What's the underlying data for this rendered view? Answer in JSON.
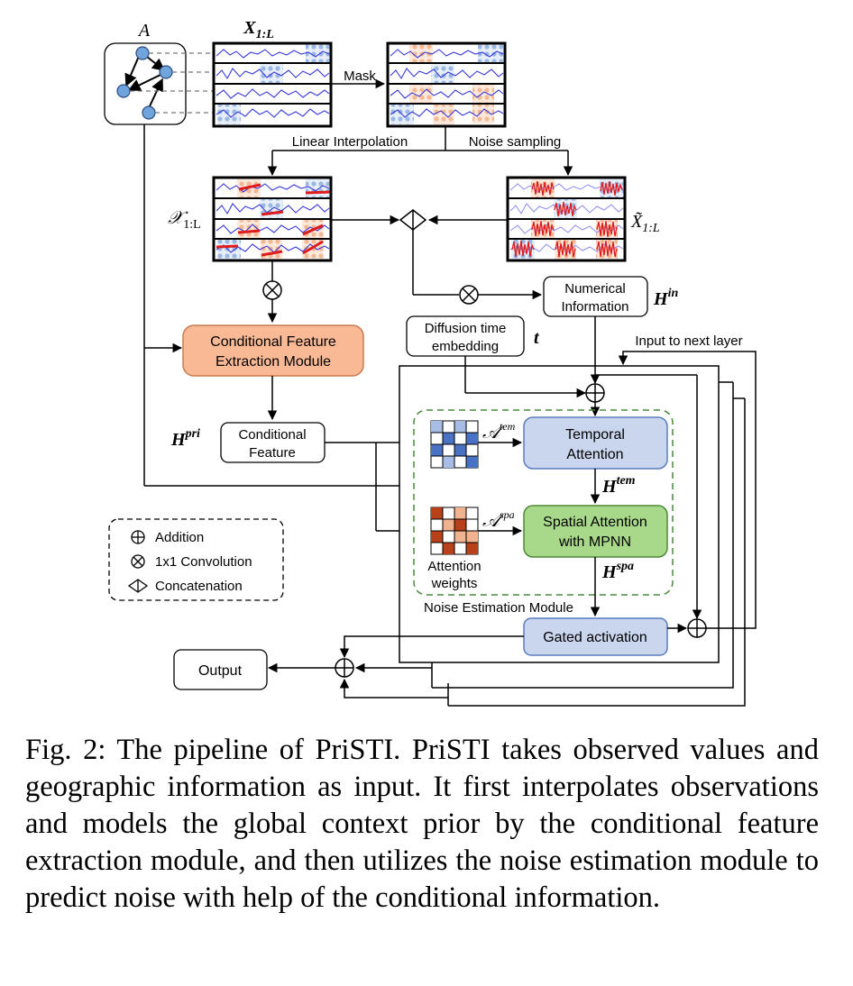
{
  "figure": {
    "labels": {
      "A": "A",
      "X": "X",
      "X_sub": "1:L",
      "mask": "Mask",
      "linear_interp": "Linear Interpolation",
      "noise_sampling": "Noise sampling",
      "calX": "𝒳",
      "calX_sub": "1:L",
      "Xtilde": "X̃",
      "Xtilde_sub": "1:L",
      "numerical_1": "Numerical",
      "numerical_2": "Information",
      "H": "H",
      "H_in_sup": "in",
      "diffusion_1": "Diffusion time",
      "diffusion_2": "embedding",
      "t": "t",
      "next_layer": "Input to next layer",
      "cfem_1": "Conditional Feature",
      "cfem_2": "Extraction Module",
      "H_pri_sup": "pri",
      "cond_1": "Conditional",
      "cond_2": "Feature",
      "calA": "𝒜",
      "A_tem_sup": "tem",
      "A_spa_sup": "spa",
      "temporal_1": "Temporal",
      "temporal_2": "Attention",
      "H_tem_sup": "tem",
      "spatial_1": "Spatial Attention",
      "spatial_2": "with MPNN",
      "H_spa_sup": "spa",
      "attn_w_1": "Attention",
      "attn_w_2": "weights",
      "nem": "Noise Estimation Module",
      "gated": "Gated activation",
      "output": "Output",
      "legend_add": "Addition",
      "legend_conv": "1x1 Convolution",
      "legend_concat": "Concatenation"
    },
    "colors": {
      "cfem_fill": "#f8b994",
      "cfem_stroke": "#c97a4f",
      "blue_fill": "#c9d6ee",
      "blue_stroke": "#5b7bbf",
      "green_fill": "#a8d98a",
      "green_stroke": "#4e8a37",
      "dashed_green": "#4c8a3a",
      "series_blue": "#3a3ad8",
      "mask_blue": "#9bb7e3",
      "mask_orange": "#f2b995",
      "interp_red": "#e01b1b",
      "node_blue": "#6fa5dc",
      "matrix_blue_dark": "#4a72c4",
      "matrix_blue_light": "#a7bde6",
      "matrix_red_dark": "#b8401a",
      "matrix_red_light": "#f1b28f"
    }
  },
  "caption": {
    "label": "Fig. 2:",
    "text": "The pipeline of PriSTI. PriSTI takes observed values and geographic information as input. It first interpolates observations and models the global context prior by the conditional feature extraction module, and then utilizes the noise estimation module to predict noise with help of the conditional information."
  }
}
